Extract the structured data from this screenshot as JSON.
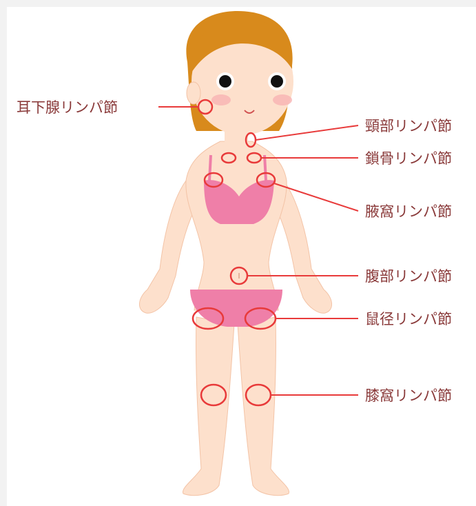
{
  "diagram": {
    "labels": {
      "parotid": "耳下腺リンパ節",
      "cervical": "頸部リンパ節",
      "clavicular": "鎖骨リンパ節",
      "axillary": "腋窩リンパ節",
      "abdominal": "腹部リンパ節",
      "inguinal": "鼠径リンパ節",
      "popliteal": "膝窩リンパ節"
    },
    "colors": {
      "marker": "#e83a3a",
      "skin": "#fde0cc",
      "hair": "#d88a1c",
      "underwear": "#ef7fa8",
      "label_text": "#8a3a3a"
    }
  }
}
